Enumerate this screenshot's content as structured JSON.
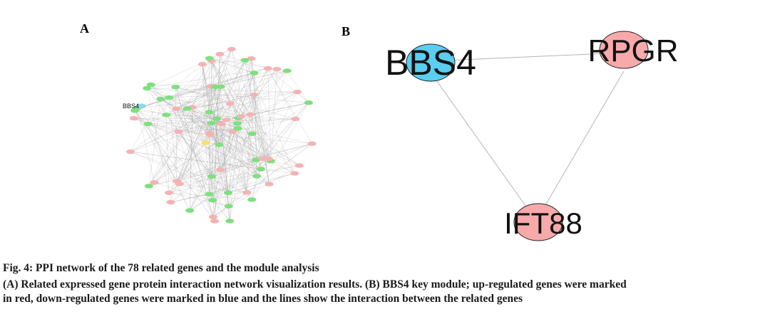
{
  "panels": {
    "a_label": "A",
    "b_label": "B"
  },
  "network_a": {
    "highlight_label": "BBS4",
    "colors": {
      "up": "#f4b3b3",
      "down": "#7ee07e",
      "key": "#8fd8ec",
      "other": "#f3e36a",
      "edge": "#9a9a9a"
    }
  },
  "network_b": {
    "nodes": [
      {
        "id": "BBS4",
        "label": "BBS4",
        "regulation": "down",
        "color": "#5bcdf0"
      },
      {
        "id": "RPGR",
        "label": "RPGR",
        "regulation": "up",
        "color": "#f8aaaa"
      },
      {
        "id": "IFT88",
        "label": "IFT88",
        "regulation": "up",
        "color": "#f8aaaa"
      }
    ],
    "edges": [
      [
        "BBS4",
        "RPGR"
      ],
      [
        "BBS4",
        "IFT88"
      ],
      [
        "RPGR",
        "IFT88"
      ]
    ],
    "edge_color": "#b5b5b5"
  },
  "caption": {
    "title": "Fig. 4: PPI network of the 78 related genes and the module analysis",
    "line1": "(A) Related expressed gene protein interaction network visualization results. (B) BBS4 key module; up-regulated genes were marked",
    "line2": "in red, down-regulated genes were marked in blue and the lines show the interaction between the related genes"
  }
}
